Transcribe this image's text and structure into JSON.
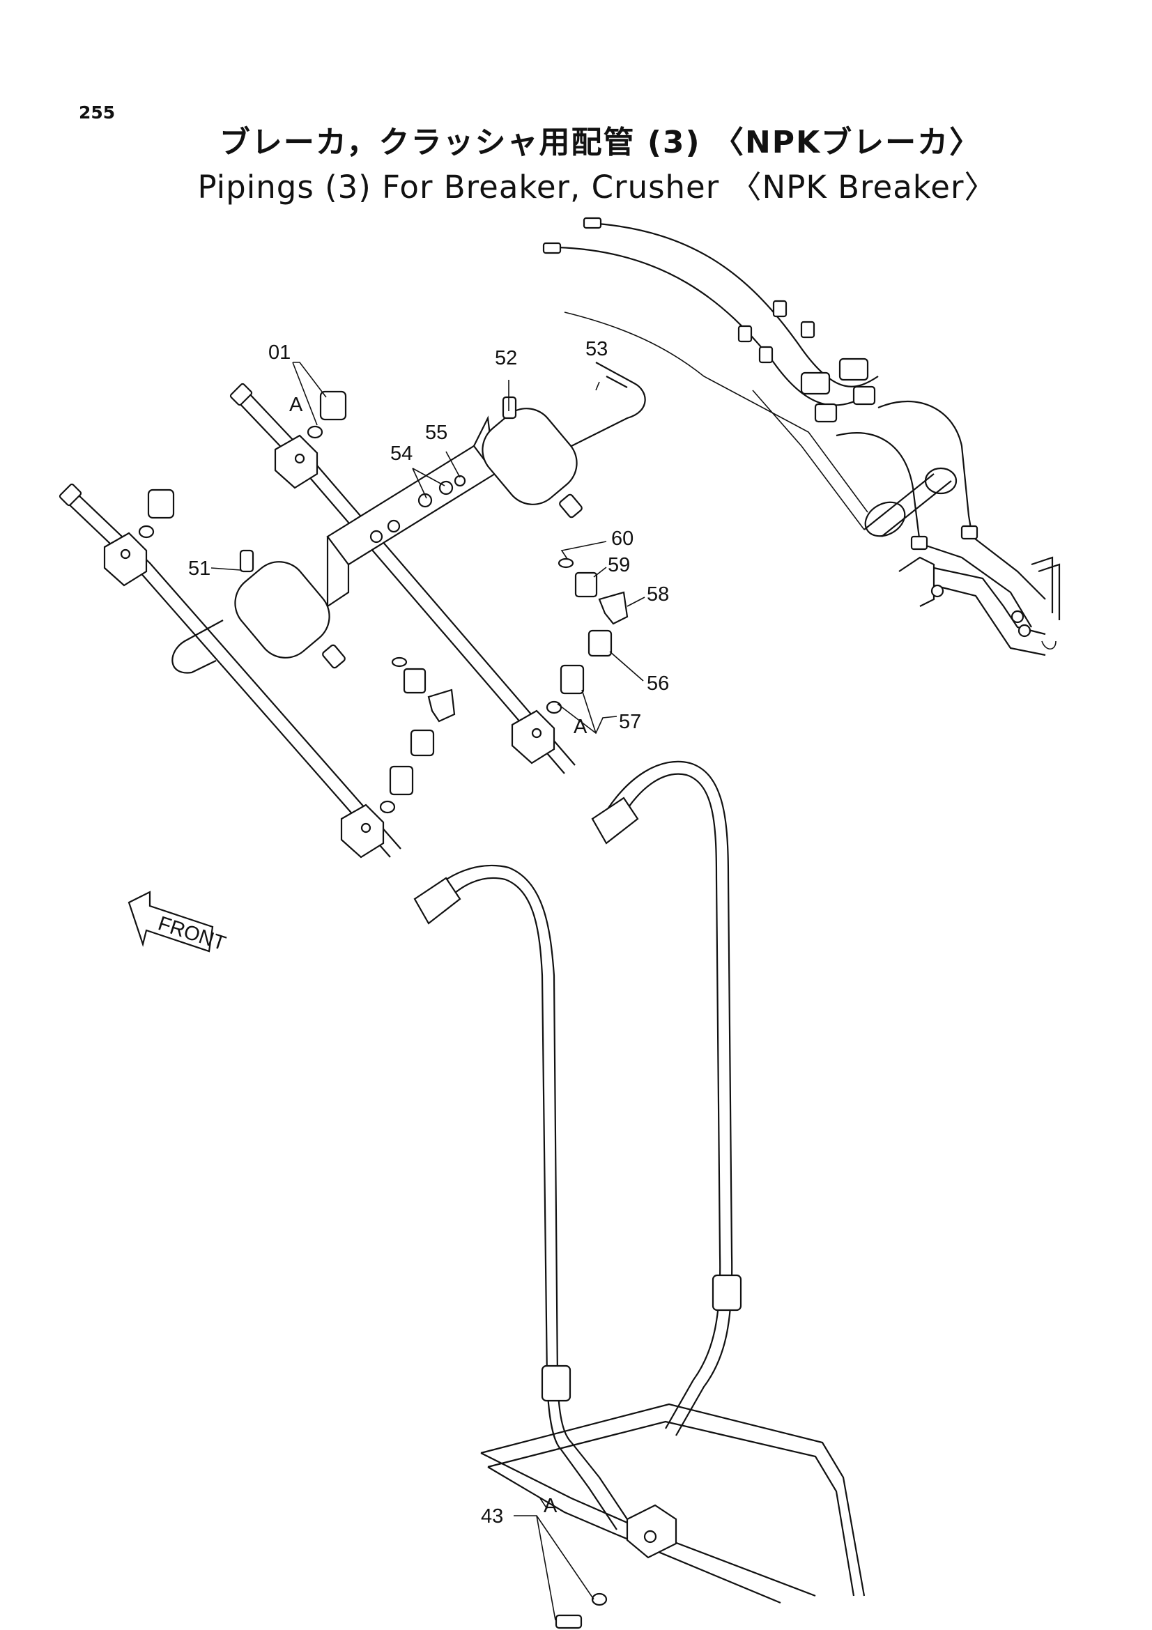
{
  "page_number": "255",
  "title_jp": "ブレーカ，クラッシャ用配管 (3) 〈NPKブレーカ〉",
  "title_en": "Pipings (3) For Breaker, Crusher 〈NPK Breaker〉",
  "direction_arrow": "FRONT",
  "callouts": {
    "c01": "01",
    "cA1": "A",
    "c52": "52",
    "c53": "53",
    "c54": "54",
    "c55": "55",
    "c51": "51",
    "c60": "60",
    "c59": "59",
    "c58": "58",
    "c56": "56",
    "c57": "57",
    "cA2": "A",
    "c43": "43",
    "cA3": "A"
  }
}
